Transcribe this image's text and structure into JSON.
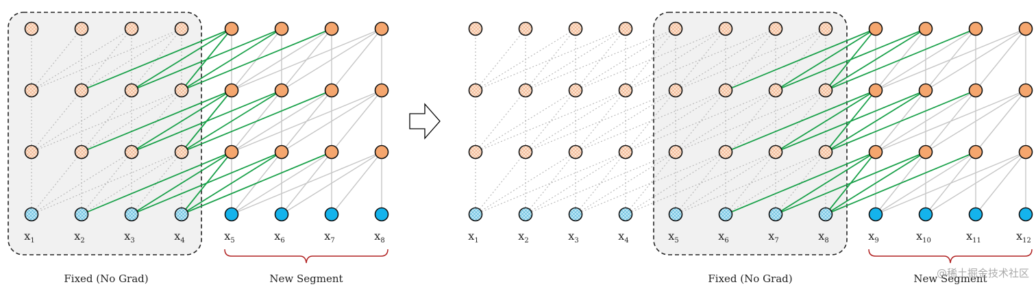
{
  "left_panel": {
    "x_labels": [
      "x1",
      "x2",
      "x3",
      "x4",
      "x5",
      "x6",
      "x7",
      "x8"
    ],
    "fixed_caption": "Fixed (No Grad)",
    "new_caption": "New Segment"
  },
  "right_panel": {
    "x_labels": [
      "x1",
      "x2",
      "x3",
      "x4",
      "x5",
      "x6",
      "x7",
      "x8",
      "x9",
      "x10",
      "x11",
      "x12"
    ],
    "fixed_caption": "Fixed (No Grad)",
    "new_caption": "New Segment"
  },
  "arrow_icon": "right-arrow-icon",
  "watermark": "@稀土掘金技术社区",
  "colors": {
    "hidden_new": "#f5a66e",
    "hidden_cached": "#fde3cf",
    "input_new": "#14b3ec",
    "input_cached": "#bfeaf8",
    "grad_edge": "#1aa14a",
    "edge": "#c6c6c6",
    "cached_edge": "#b5b5b5",
    "brace": "#b02020",
    "fixed_box": "#f1f1f1"
  }
}
